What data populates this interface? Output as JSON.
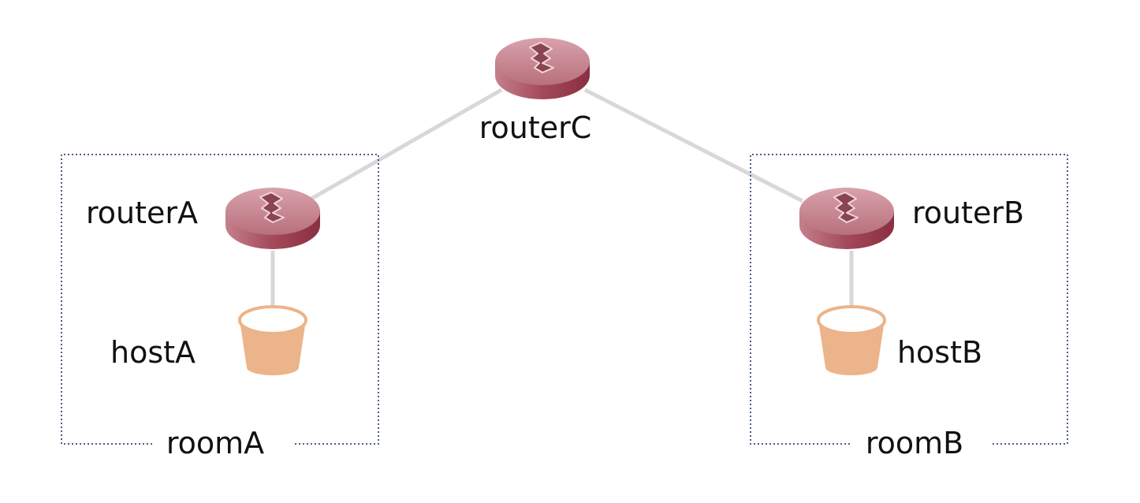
{
  "colors": {
    "link": "#d8d8d8",
    "room_border": "#4a5f80",
    "router_top": "#c98a93",
    "router_side": "#9c3c4e",
    "router_arrow": "#8a4452",
    "host_body": "#ecb48a",
    "label_text": "#111111"
  },
  "routers": [
    {
      "id": "routerC",
      "label": "routerC",
      "icon": "router-icon"
    },
    {
      "id": "routerA",
      "label": "routerA",
      "icon": "router-icon"
    },
    {
      "id": "routerB",
      "label": "routerB",
      "icon": "router-icon"
    }
  ],
  "hosts": [
    {
      "id": "hostA",
      "label": "hostA",
      "icon": "host-cylinder-icon"
    },
    {
      "id": "hostB",
      "label": "hostB",
      "icon": "host-cylinder-icon"
    }
  ],
  "rooms": [
    {
      "id": "roomA",
      "label": "roomA",
      "contains": [
        "routerA",
        "hostA"
      ]
    },
    {
      "id": "roomB",
      "label": "roomB",
      "contains": [
        "routerB",
        "hostB"
      ]
    }
  ],
  "links": [
    {
      "from": "routerC",
      "to": "routerA"
    },
    {
      "from": "routerC",
      "to": "routerB"
    },
    {
      "from": "routerA",
      "to": "hostA"
    },
    {
      "from": "routerB",
      "to": "hostB"
    }
  ]
}
